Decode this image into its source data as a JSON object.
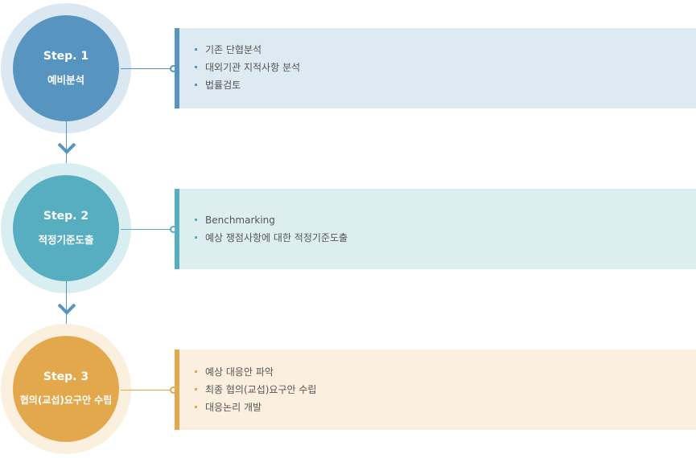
{
  "colors": {
    "step1": "#5795c0",
    "step1_ring": "#dbe8f2",
    "step1_box": "#deeaf1",
    "step2": "#56aec0",
    "step2_ring": "#d9eef1",
    "step2_box": "#dceef0",
    "step3": "#e3a84c",
    "step3_ring": "#fbefdd",
    "step3_box": "#fbefdf",
    "chevron": "#5795c0"
  },
  "steps": [
    {
      "label": "Step. 1",
      "name": "예비분석",
      "items": [
        "기존 단협분석",
        "대외기관 지적사항 분석",
        "법률검토"
      ]
    },
    {
      "label": "Step. 2",
      "name": "적정기준도출",
      "items": [
        "Benchmarking",
        "예상 쟁점사항에 대한 적정기준도출"
      ]
    },
    {
      "label": "Step. 3",
      "name": "협의(교섭)요구안 수립",
      "items": [
        "예상 대응안 파악",
        "최종 협의(교섭)요구안 수립",
        "대응논리 개발"
      ]
    }
  ]
}
